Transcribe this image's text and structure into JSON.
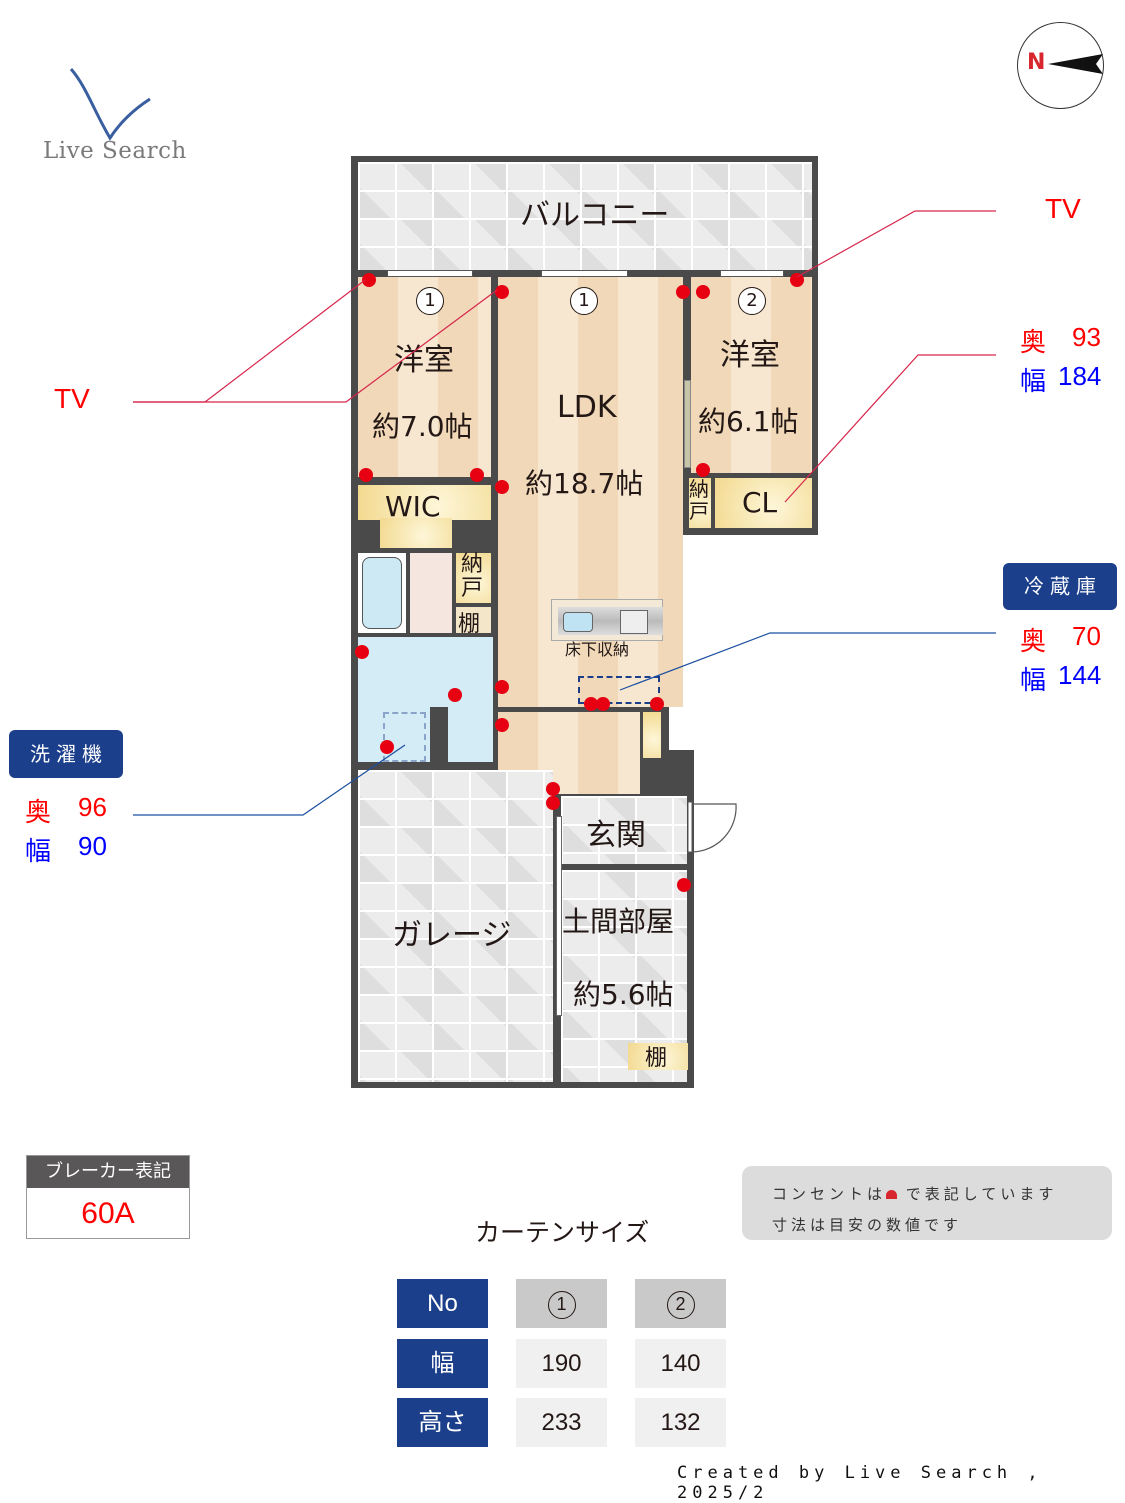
{
  "logo": {
    "text": "Live Search",
    "icon": "v-check-logo",
    "color": "#3a5fa0"
  },
  "compass": {
    "label": "N",
    "icon": "north-arrow-icon",
    "color": "#d7262e"
  },
  "floorplan": {
    "rooms": [
      {
        "id": "balcony",
        "name": "バルコニー"
      },
      {
        "id": "western-room-1",
        "name": "洋室",
        "size": "約7.0帖",
        "curtain": "1"
      },
      {
        "id": "ldk",
        "name": "LDK",
        "size": "約18.7帖",
        "curtain": "1"
      },
      {
        "id": "western-room-2",
        "name": "洋室",
        "size": "約6.1帖",
        "curtain": "2"
      },
      {
        "id": "wic",
        "name": "WIC"
      },
      {
        "id": "closet",
        "name": "CL"
      },
      {
        "id": "storage-1",
        "name": "納戸"
      },
      {
        "id": "storage-2",
        "name": "納戸"
      },
      {
        "id": "shelf-1",
        "name": "棚"
      },
      {
        "id": "underfloor",
        "name": "床下収納"
      },
      {
        "id": "entrance",
        "name": "玄関"
      },
      {
        "id": "doma-room",
        "name": "土間部屋",
        "size": "約5.6帖"
      },
      {
        "id": "shelf-2",
        "name": "棚"
      },
      {
        "id": "garage",
        "name": "ガレージ"
      }
    ]
  },
  "annotations": {
    "tv_left": {
      "label": "TV"
    },
    "tv_right": {
      "label": "TV"
    },
    "room2_furniture": {
      "depth_label": "奥",
      "depth": "93",
      "width_label": "幅",
      "width": "184"
    },
    "fridge": {
      "title": "冷蔵庫",
      "depth_label": "奥",
      "depth": "70",
      "width_label": "幅",
      "width": "144"
    },
    "washer": {
      "title": "洗濯機",
      "depth_label": "奥",
      "depth": "96",
      "width_label": "幅",
      "width": "90"
    }
  },
  "breaker": {
    "title": "ブレーカー表記",
    "value": "60A"
  },
  "note": {
    "line1_a": "コンセントは",
    "line1_b": "で表記しています",
    "line2": "寸法は目安の数値です"
  },
  "curtain_table": {
    "title": "カーテンサイズ",
    "headers": [
      "No",
      "幅",
      "高さ"
    ],
    "columns": [
      {
        "no": "1",
        "width": "190",
        "height": "233"
      },
      {
        "no": "2",
        "width": "140",
        "height": "132"
      }
    ]
  },
  "credit": "Created by Live Search , 2025/2"
}
